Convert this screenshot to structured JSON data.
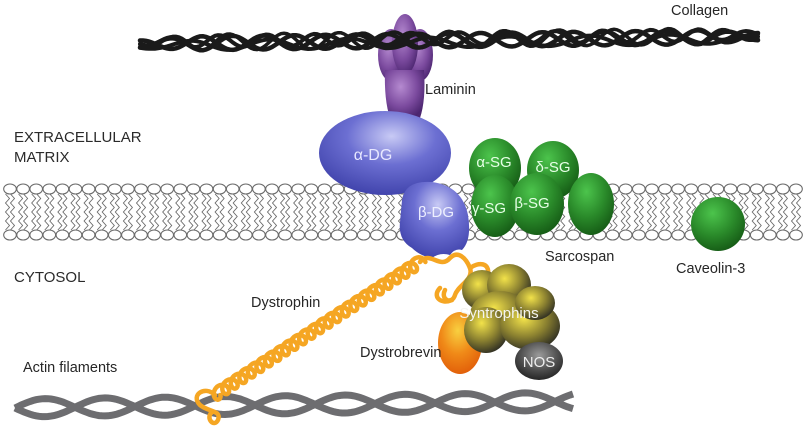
{
  "title": "Dystrophin-glycoprotein complex at the sarcolemma",
  "regions": {
    "extracellular": "EXTRACELLULAR",
    "extracellular_2": "MATRIX",
    "cytosol": "CYTOSOL"
  },
  "labels": {
    "collagen": "Collagen",
    "laminin": "Laminin",
    "sarcospan": "Sarcospan",
    "caveolin": "Caveolin-3",
    "dystrophin": "Dystrophin",
    "dystrobrevin": "Dystrobrevin",
    "actin": "Actin filaments"
  },
  "proteins": {
    "alpha_dg": "α-DG",
    "beta_dg": "β-DG",
    "alpha_sg": "α-SG",
    "delta_sg": "δ-SG",
    "gamma_sg": "γ-SG",
    "beta_sg": "β-SG",
    "syntrophins": "Syntrophins",
    "nos": "NOS"
  },
  "colors": {
    "collagen": "#1a1a1a",
    "laminin": "#7b4a9e",
    "dystroglycan": "#5558c0",
    "sarcoglycan": "#2a8a2a",
    "dystrophin": "#f5a623",
    "syntrophin": "#b8a83a",
    "dystrobrevin": "#f07a10",
    "nos": "#3a3a3a",
    "actin": "#6d6d70",
    "membrane": "#6a6a6a"
  }
}
